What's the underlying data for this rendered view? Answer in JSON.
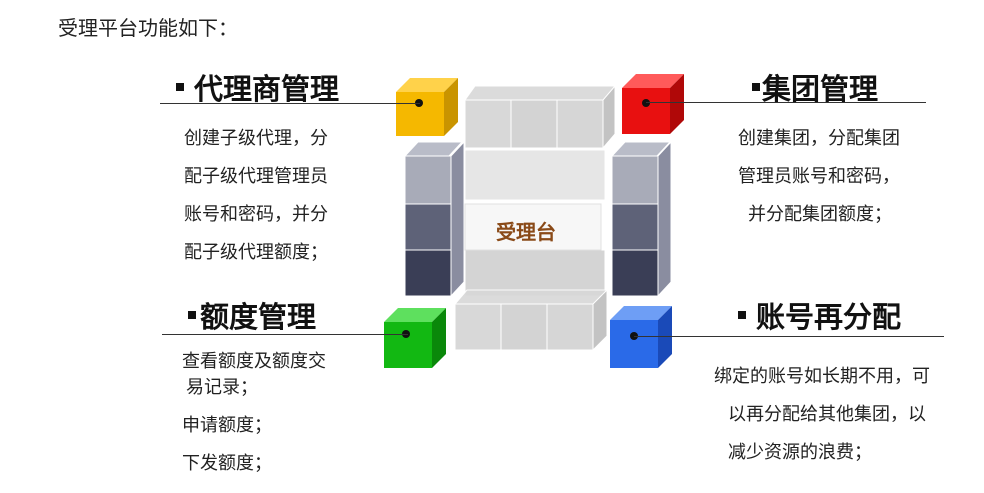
{
  "intro": "受理平台功能如下：",
  "center_label": "受理台",
  "sections": {
    "agent": {
      "title": "代理商管理",
      "lines": [
        "创建子级代理，分",
        "配子级代理管理员",
        "账号和密码，并分",
        "配子级代理额度；"
      ]
    },
    "group": {
      "title": "集团管理",
      "lines": [
        "创建集团，分配集团",
        "管理员账号和密码，",
        "并分配集团额度；"
      ]
    },
    "quota": {
      "title": "额度管理",
      "lines": [
        "查看额度及额度交",
        "易记录；",
        "申请额度；",
        "下发额度；"
      ]
    },
    "realloc": {
      "title": "账号再分配",
      "lines": [
        "绑定的账号如长期不用，可",
        "以再分配给其他集团，以",
        "减少资源的浪费；"
      ]
    }
  },
  "colors": {
    "agent_cube": "#f5b800",
    "group_cube": "#e81010",
    "quota_cube": "#12b812",
    "realloc_cube": "#2a6ae8",
    "center_text": "#8a4a18"
  }
}
